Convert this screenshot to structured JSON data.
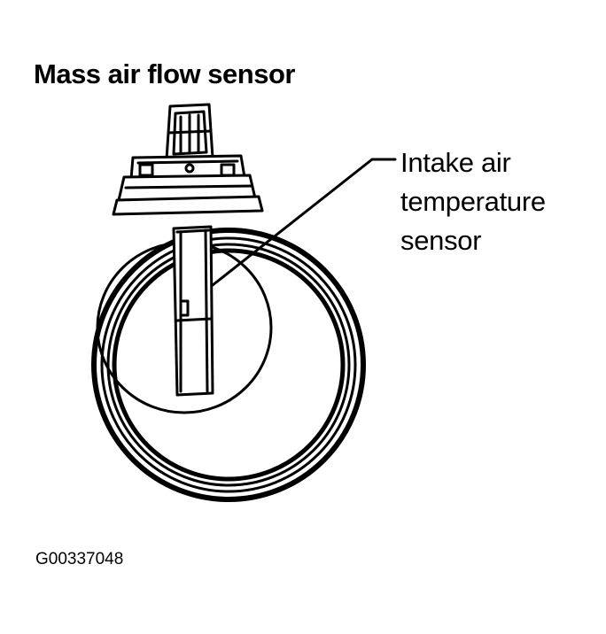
{
  "diagram": {
    "title": "Mass air flow sensor",
    "callout": {
      "line1": "Intake air",
      "line2": "temperature",
      "line3": "sensor"
    },
    "figure_id": "G00337048"
  },
  "colors": {
    "ink": "#000000",
    "paper": "#ffffff"
  }
}
